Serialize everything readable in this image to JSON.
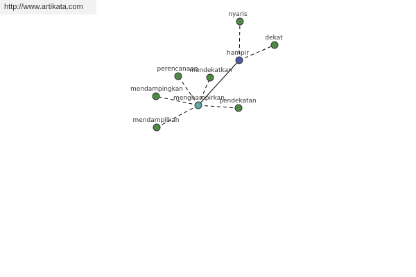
{
  "watermark": "http://www.artikata.com",
  "colors": {
    "hub": "#4a5aa8",
    "center": "#5fa8a8",
    "leaf": "#4e8a44"
  },
  "graph": {
    "nodes": [
      {
        "id": "nyaris",
        "label": "nyaris",
        "kind": "leaf"
      },
      {
        "id": "dekat",
        "label": "dekat",
        "kind": "leaf"
      },
      {
        "id": "hampir",
        "label": "hampir",
        "kind": "hub"
      },
      {
        "id": "perencanaan",
        "label": "perencanaan",
        "kind": "leaf"
      },
      {
        "id": "mendekatkan",
        "label": "mendekatkan",
        "kind": "leaf"
      },
      {
        "id": "mendampingkan",
        "label": "mendampingkan",
        "kind": "leaf"
      },
      {
        "id": "menghampirkan",
        "label": "menghampirkan",
        "kind": "center"
      },
      {
        "id": "pendekatan",
        "label": "pendekatan",
        "kind": "leaf"
      },
      {
        "id": "mendampilkan",
        "label": "mendampilkan",
        "kind": "leaf"
      }
    ],
    "edges": [
      {
        "from": "hampir",
        "to": "nyaris",
        "style": "dashed"
      },
      {
        "from": "hampir",
        "to": "dekat",
        "style": "dashed"
      },
      {
        "from": "hampir",
        "to": "menghampirkan",
        "style": "solid"
      },
      {
        "from": "menghampirkan",
        "to": "perencanaan",
        "style": "dashed"
      },
      {
        "from": "menghampirkan",
        "to": "mendekatkan",
        "style": "dashed"
      },
      {
        "from": "menghampirkan",
        "to": "mendampingkan",
        "style": "dashed"
      },
      {
        "from": "menghampirkan",
        "to": "pendekatan",
        "style": "dashed"
      },
      {
        "from": "menghampirkan",
        "to": "mendampilkan",
        "style": "dashed"
      }
    ]
  }
}
